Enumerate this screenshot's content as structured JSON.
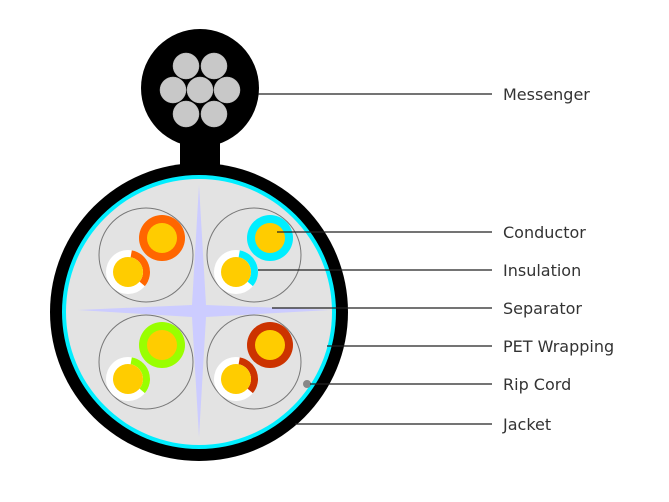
{
  "labels": {
    "messenger": "Messenger",
    "conductor": "Conductor",
    "insulation": "Insulation",
    "separator": "Separator",
    "pet_wrapping": "PET Wrapping",
    "rip_cord": "Rip Cord",
    "jacket": "Jacket"
  },
  "colors": {
    "jacket": "#000000",
    "strand": "#c8c8c8",
    "pet_wrapping": "#00eeff",
    "core_fill": "#e3e3e3",
    "separator": "#ccccff",
    "conductor": "#ffcc00",
    "pairs": [
      "#ff6600",
      "#00eeff",
      "#99ff00",
      "#cc3300"
    ],
    "rip_cord": "#888888"
  }
}
